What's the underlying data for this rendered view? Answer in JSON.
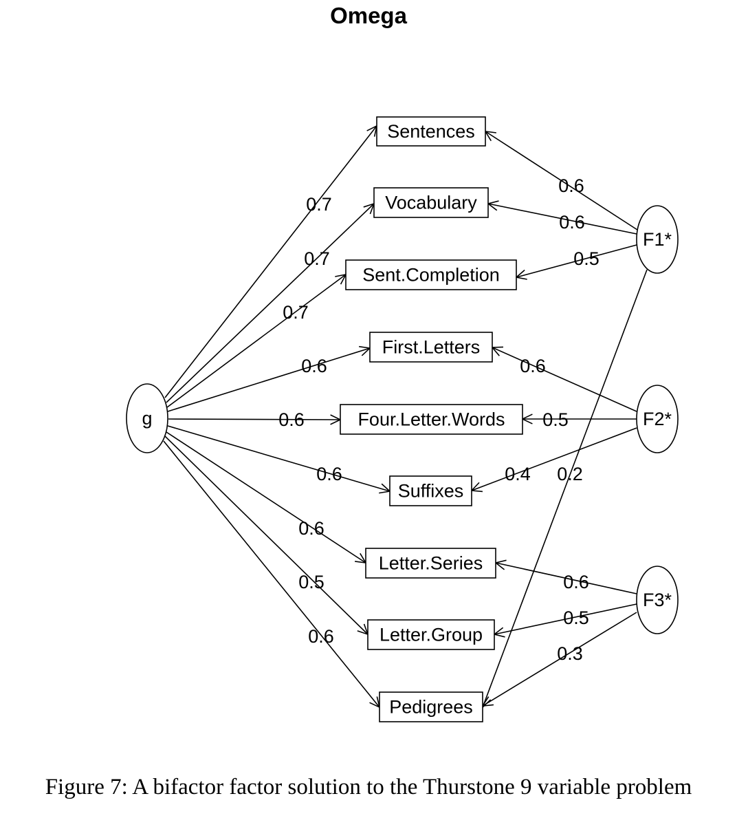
{
  "title": "Omega",
  "caption": "Figure 7: A bifactor factor solution to the Thurstone 9 variable problem",
  "colors": {
    "stroke": "#000000",
    "background": "#ffffff"
  },
  "nodes": {
    "general": {
      "id": "g",
      "label": "g"
    },
    "factors": [
      {
        "id": "F1",
        "label": "F1*"
      },
      {
        "id": "F2",
        "label": "F2*"
      },
      {
        "id": "F3",
        "label": "F3*"
      }
    ],
    "variables": [
      {
        "id": "Sentences",
        "label": "Sentences"
      },
      {
        "id": "Vocabulary",
        "label": "Vocabulary"
      },
      {
        "id": "Sent.Completion",
        "label": "Sent.Completion"
      },
      {
        "id": "First.Letters",
        "label": "First.Letters"
      },
      {
        "id": "Four.Letter.Words",
        "label": "Four.Letter.Words"
      },
      {
        "id": "Suffixes",
        "label": "Suffixes"
      },
      {
        "id": "Letter.Series",
        "label": "Letter.Series"
      },
      {
        "id": "Letter.Group",
        "label": "Letter.Group"
      },
      {
        "id": "Pedigrees",
        "label": "Pedigrees"
      }
    ]
  },
  "edges": {
    "general_loadings": [
      {
        "to": "Sentences",
        "value": "0.7"
      },
      {
        "to": "Vocabulary",
        "value": "0.7"
      },
      {
        "to": "Sent.Completion",
        "value": "0.7"
      },
      {
        "to": "First.Letters",
        "value": "0.6"
      },
      {
        "to": "Four.Letter.Words",
        "value": "0.6"
      },
      {
        "to": "Suffixes",
        "value": "0.6"
      },
      {
        "to": "Letter.Series",
        "value": "0.6"
      },
      {
        "to": "Letter.Group",
        "value": "0.5"
      },
      {
        "to": "Pedigrees",
        "value": "0.6"
      }
    ],
    "group_loadings": [
      {
        "from": "F1",
        "to": "Sentences",
        "value": "0.6"
      },
      {
        "from": "F1",
        "to": "Vocabulary",
        "value": "0.6"
      },
      {
        "from": "F1",
        "to": "Sent.Completion",
        "value": "0.5"
      },
      {
        "from": "F1",
        "to": "Pedigrees",
        "value": "0.2"
      },
      {
        "from": "F2",
        "to": "First.Letters",
        "value": "0.6"
      },
      {
        "from": "F2",
        "to": "Four.Letter.Words",
        "value": "0.5"
      },
      {
        "from": "F2",
        "to": "Suffixes",
        "value": "0.4"
      },
      {
        "from": "F3",
        "to": "Letter.Series",
        "value": "0.6"
      },
      {
        "from": "F3",
        "to": "Letter.Group",
        "value": "0.5"
      },
      {
        "from": "F3",
        "to": "Pedigrees",
        "value": "0.3"
      }
    ]
  }
}
